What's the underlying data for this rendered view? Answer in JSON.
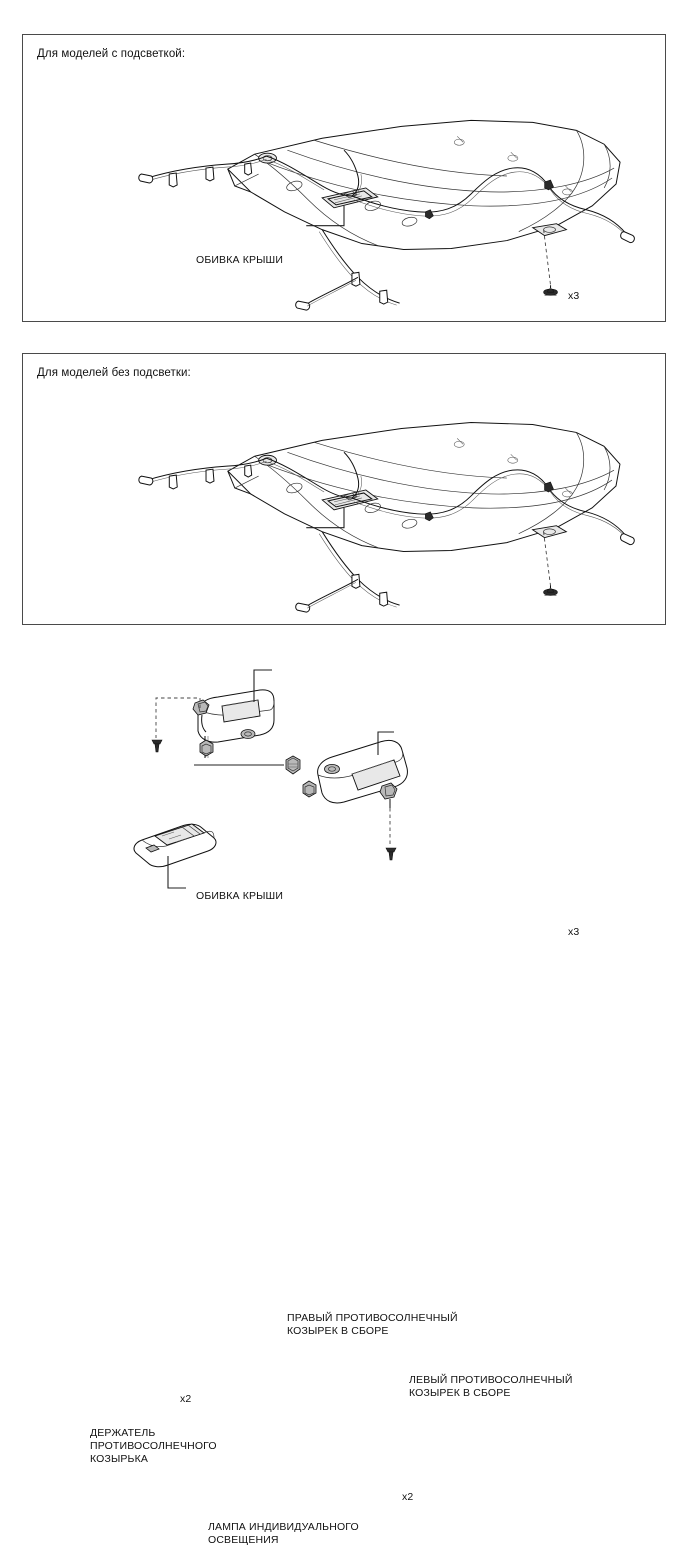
{
  "document": {
    "title": "Обивка крыши и противосолнечные козырьки",
    "language": "ru"
  },
  "panels": [
    {
      "id": "illuminated",
      "caption": "Для моделей с подсветкой:",
      "callouts": [
        {
          "name": "headliner",
          "text": "ОБИВКА КРЫШИ"
        }
      ],
      "fasteners": [
        {
          "name": "roof-clip",
          "icon": "clip-grommet-icon",
          "quantity": "x3"
        }
      ]
    },
    {
      "id": "plain",
      "caption": "Для моделей без подсветки:",
      "callouts": [
        {
          "name": "headliner",
          "text": "ОБИВКА КРЫШИ"
        }
      ],
      "fasteners": [
        {
          "name": "roof-clip",
          "icon": "clip-grommet-icon",
          "quantity": "x3"
        }
      ]
    }
  ],
  "visor_section": {
    "callouts": [
      {
        "name": "right-sun-visor",
        "line1": "ПРАВЫЙ ПРОТИВОСОЛНЕЧНЫЙ",
        "line2": "КОЗЫРЕК В СБОРЕ"
      },
      {
        "name": "left-sun-visor",
        "line1": "ЛЕВЫЙ ПРОТИВОСОЛНЕЧНЫЙ",
        "line2": "КОЗЫРЕК В СБОРЕ"
      },
      {
        "name": "visor-holder",
        "line1": "ДЕРЖАТЕЛЬ",
        "line2": "ПРОТИВОСОЛНЕЧНОГО",
        "line3": "КОЗЫРЬКА"
      },
      {
        "name": "personal-lamp",
        "line1": "ЛАМПА ИНДИВИДУАЛЬНОГО",
        "line2": "ОСВЕЩЕНИЯ"
      }
    ],
    "fasteners": [
      {
        "name": "right-visor-screw",
        "icon": "screw-icon",
        "quantity": "x2"
      },
      {
        "name": "left-visor-screw",
        "icon": "screw-icon",
        "quantity": "x2"
      }
    ]
  },
  "style": {
    "line_color": "#111111",
    "border_color": "#4a4a4a",
    "background": "#ffffff"
  }
}
